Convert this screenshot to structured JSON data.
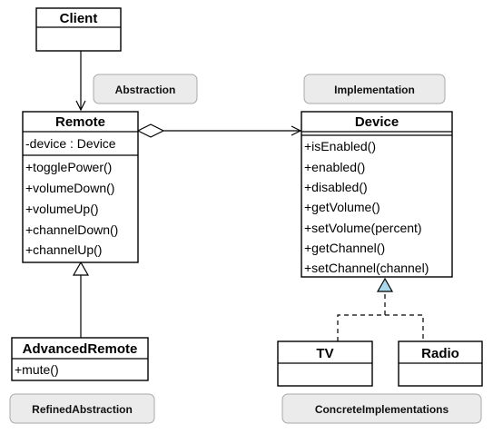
{
  "diagram": {
    "type": "uml-class-diagram",
    "classes": {
      "client": {
        "name": "Client"
      },
      "remote": {
        "name": "Remote",
        "attributes": [
          "-device : Device"
        ],
        "operations": [
          "+togglePower()",
          "+volumeDown()",
          "+volumeUp()",
          "+channelDown()",
          "+channelUp()"
        ]
      },
      "device": {
        "name": "Device",
        "operations": [
          "+isEnabled()",
          "+enabled()",
          "+disabled()",
          "+getVolume()",
          "+setVolume(percent)",
          "+getChannel()",
          "+setChannel(channel)"
        ]
      },
      "advanced_remote": {
        "name": "AdvancedRemote",
        "operations": [
          "+mute()"
        ]
      },
      "tv": {
        "name": "TV"
      },
      "radio": {
        "name": "Radio"
      }
    },
    "notes": {
      "abstraction": "Abstraction",
      "implementation": "Implementation",
      "refined_abstraction": "RefinedAbstraction",
      "concrete_implementations": "ConcreteImplementations"
    },
    "relations": [
      {
        "from": "client",
        "to": "remote",
        "kind": "association"
      },
      {
        "from": "remote",
        "to": "device",
        "kind": "aggregation"
      },
      {
        "from": "advanced_remote",
        "to": "remote",
        "kind": "generalization"
      },
      {
        "from": "tv",
        "to": "device",
        "kind": "realization"
      },
      {
        "from": "radio",
        "to": "device",
        "kind": "realization"
      }
    ],
    "colors": {
      "class_fill": "#ffffff",
      "class_border": "#000000",
      "note_fill": "#ebebeb",
      "note_border": "#a8a8a8",
      "realization_arrow_fill": "#a9d8ea"
    }
  }
}
